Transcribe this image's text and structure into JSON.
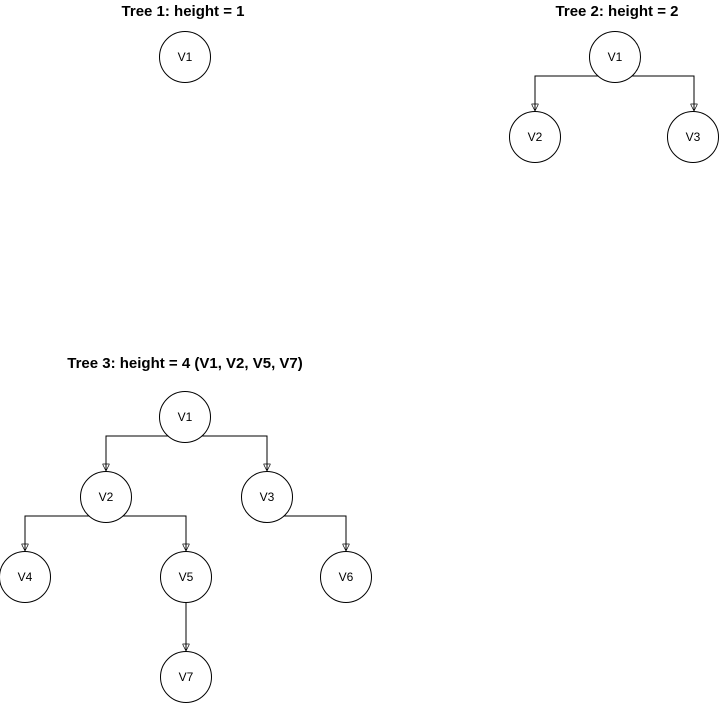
{
  "diagram": {
    "background": "#ffffff",
    "node_fill": "#ffffff",
    "node_stroke": "#000000",
    "edge_color": "#000000",
    "text_color": "#000000",
    "trees": [
      {
        "title": "Tree 1: height = 1",
        "nodes": [
          {
            "id": "V1",
            "label": "V1"
          }
        ],
        "edges": []
      },
      {
        "title": "Tree 2: height = 2",
        "nodes": [
          {
            "id": "V1",
            "label": "V1"
          },
          {
            "id": "V2",
            "label": "V2"
          },
          {
            "id": "V3",
            "label": "V3"
          }
        ],
        "edges": [
          {
            "from": "V1",
            "to": "V2"
          },
          {
            "from": "V1",
            "to": "V3"
          }
        ]
      },
      {
        "title": "Tree 3: height = 4 (V1, V2, V5, V7)",
        "nodes": [
          {
            "id": "V1",
            "label": "V1"
          },
          {
            "id": "V2",
            "label": "V2"
          },
          {
            "id": "V3",
            "label": "V3"
          },
          {
            "id": "V4",
            "label": "V4"
          },
          {
            "id": "V5",
            "label": "V5"
          },
          {
            "id": "V6",
            "label": "V6"
          },
          {
            "id": "V7",
            "label": "V7"
          }
        ],
        "edges": [
          {
            "from": "V1",
            "to": "V2"
          },
          {
            "from": "V1",
            "to": "V3"
          },
          {
            "from": "V2",
            "to": "V4"
          },
          {
            "from": "V2",
            "to": "V5"
          },
          {
            "from": "V3",
            "to": "V6"
          },
          {
            "from": "V5",
            "to": "V7"
          }
        ]
      }
    ]
  }
}
